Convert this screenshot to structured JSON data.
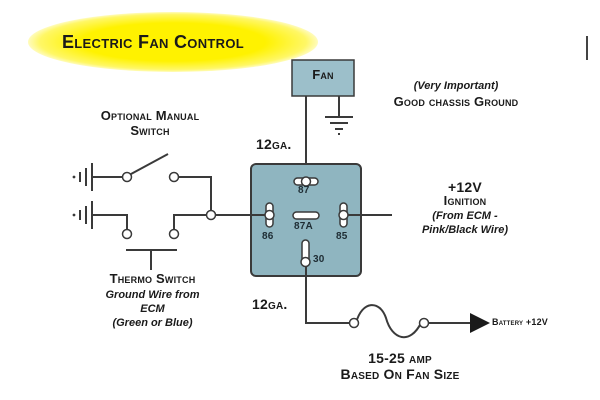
{
  "title": "Electric Fan Control",
  "colors": {
    "highlight": "#fff200",
    "relay_fill": "#8fb5c0",
    "box_fill": "#9cbfca",
    "wire": "#3a3a3a",
    "text": "#1a1a1a"
  },
  "fan": {
    "label": "Fan"
  },
  "ground_note": {
    "note": "(Very Important)",
    "label": "Good chassis Ground"
  },
  "manual_switch": {
    "label_line1": "Optional Manual",
    "label_line2": "Switch"
  },
  "thermo_switch": {
    "label": "Thermo Switch",
    "desc_line1": "Ground Wire from",
    "desc_line2": "ECM",
    "desc_line3": "(Green or Blue)"
  },
  "relay": {
    "pins": {
      "p87": "87",
      "p87a": "87A",
      "p86": "86",
      "p85": "85",
      "p30": "30"
    }
  },
  "gauge_top": "12ga.",
  "gauge_bottom": "12ga.",
  "ignition": {
    "voltage": "+12V",
    "label": "Ignition",
    "desc_line1": "(From ECM -",
    "desc_line2": "Pink/Black Wire)"
  },
  "battery": {
    "label": "Battery +12V"
  },
  "fuse": {
    "rating": "15-25 amp",
    "note": "Based On Fan Size"
  }
}
